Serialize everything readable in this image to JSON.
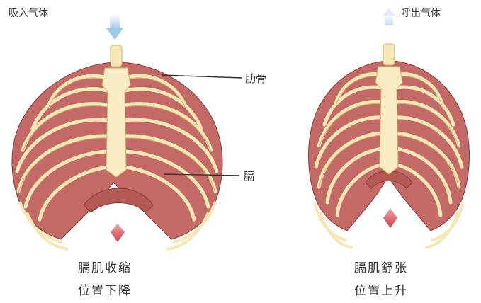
{
  "inhale": {
    "title": "吸入气体",
    "label_ribs": "肋骨",
    "label_diaphragm": "膈",
    "caption_line1": "膈肌收缩",
    "caption_line2": "位置下降"
  },
  "exhale": {
    "title": "呼出气体",
    "caption_line1": "膈肌舒张",
    "caption_line2": "位置上升"
  },
  "colors": {
    "muscle": "#c46a66",
    "muscle_dark": "#8e3b3a",
    "bone": "#f6e7b6",
    "bone_edge": "#d2b56c",
    "air_arrow": "#9cc9e8",
    "marker": "#d5525a",
    "leader_line": "#333333"
  },
  "icons": [
    "inhale-air-arrow-icon",
    "exhale-air-arrow-icon",
    "diaphragm-down-arrow-icon",
    "diaphragm-up-arrow-icon"
  ]
}
